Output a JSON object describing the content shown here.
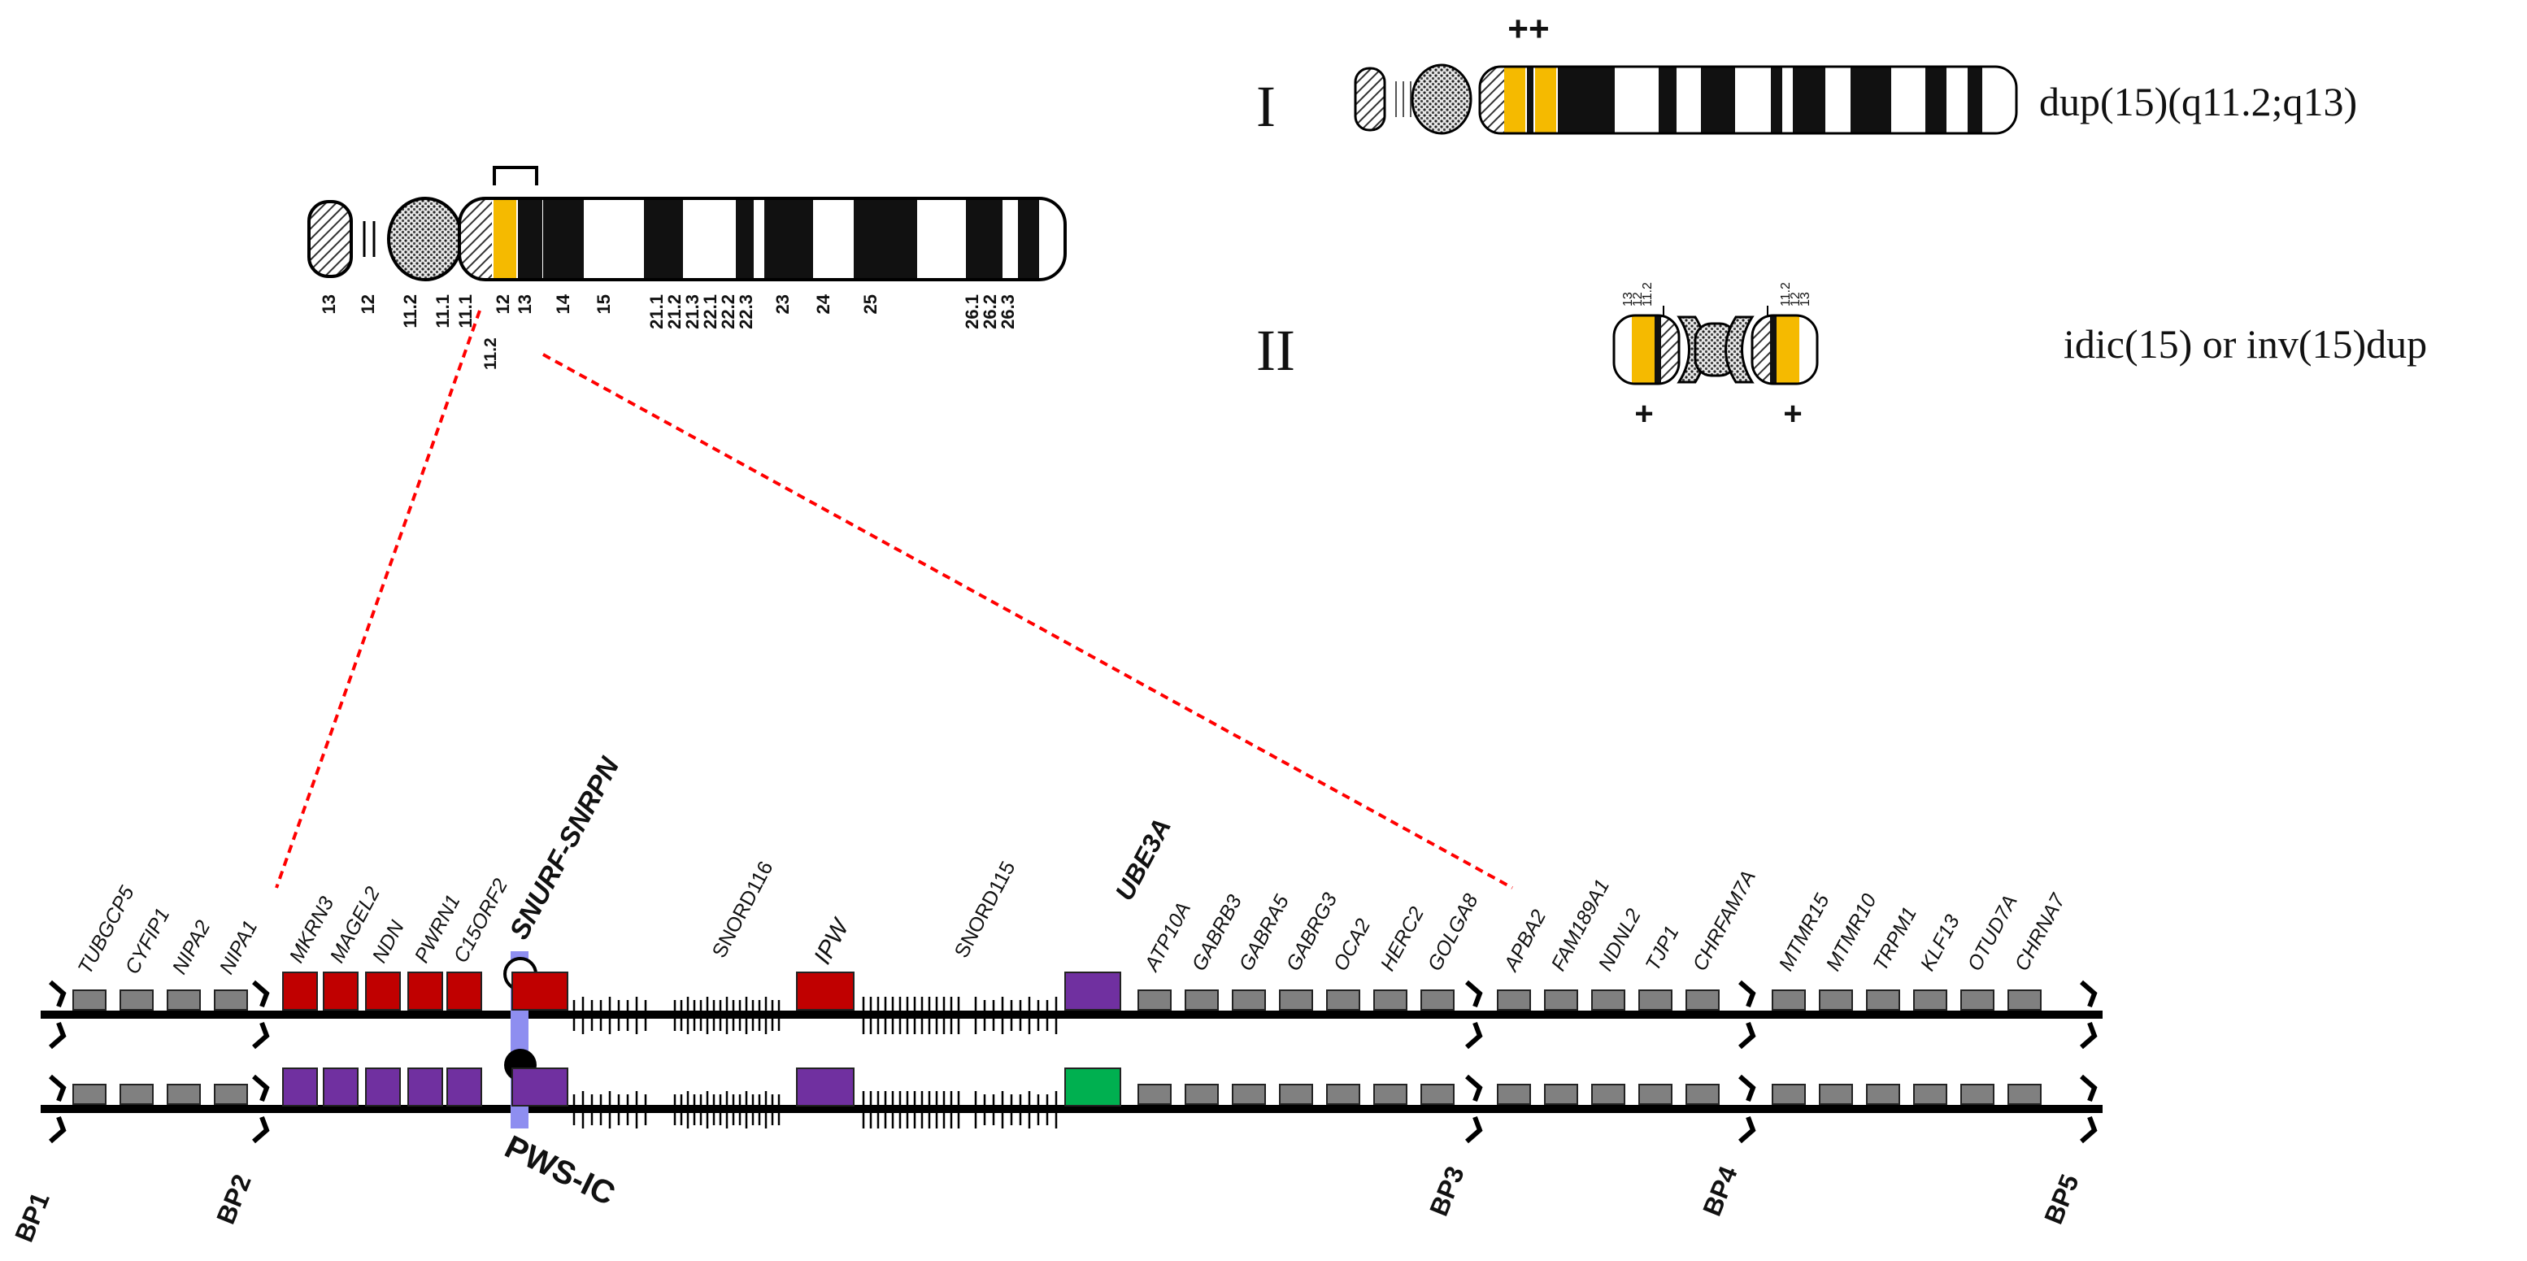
{
  "colors": {
    "yellow_band": "#F5BA00",
    "dark_band": "#111111",
    "gray_gene": "#808080",
    "red_gene": "#C00000",
    "purple_gene": "#7030A0",
    "green_gene": "#00B050",
    "blue_ic": "#8E8EF0",
    "dashed_line": "#FF0000"
  },
  "ideogram": {
    "p_labels": [
      "13",
      "12",
      "11.2",
      "11.1"
    ],
    "q_labels": [
      "11.1",
      "12",
      "13",
      "14",
      "15",
      "21.1",
      "21.2",
      "21.3",
      "22.1",
      "22.2",
      "22.3",
      "23",
      "24",
      "25",
      "26.1",
      "26.2",
      "26.3"
    ],
    "label_11_2": "11.2"
  },
  "chrom_I": {
    "numeral": "I",
    "plus": "++",
    "caption": "dup(15)(q11.2;q13)"
  },
  "chrom_II": {
    "numeral": "II",
    "left_labels": [
      "13",
      "12",
      "11.2"
    ],
    "right_labels": [
      "11.2",
      "12",
      "13"
    ],
    "plus_left": "+",
    "plus_right": "+",
    "caption": "idic(15) or inv(15)dup"
  },
  "genes": {
    "bp1_bp2": [
      "TUBGCP5",
      "CYFIP1",
      "NIPA2",
      "NIPA1"
    ],
    "bp2_imprinted": [
      "MKRN3",
      "MAGEL2",
      "NDN",
      "PWRN1",
      "C15ORF2"
    ],
    "snurf": "SNURF-SNRPN",
    "snord116": "SNORD116",
    "ipw": "IPW",
    "snord115": "SNORD115",
    "ube3a": "UBE3A",
    "ube3a_to_bp3": [
      "ATP10A",
      "GABRB3",
      "GABRA5",
      "GABRG3",
      "OCA2",
      "HERC2",
      "GOLGA8"
    ],
    "bp3_bp4": [
      "APBA2",
      "FAM189A1",
      "NDNL2",
      "TJP1",
      "CHRFAM7A"
    ],
    "bp4_bp5": [
      "MTMR15",
      "MTMR10",
      "TRPM1",
      "KLF13",
      "OTUD7A",
      "CHRNA7"
    ]
  },
  "breakpoints": [
    "BP1",
    "BP2",
    "BP3",
    "BP4",
    "BP5"
  ],
  "pws_ic": "PWS-IC"
}
